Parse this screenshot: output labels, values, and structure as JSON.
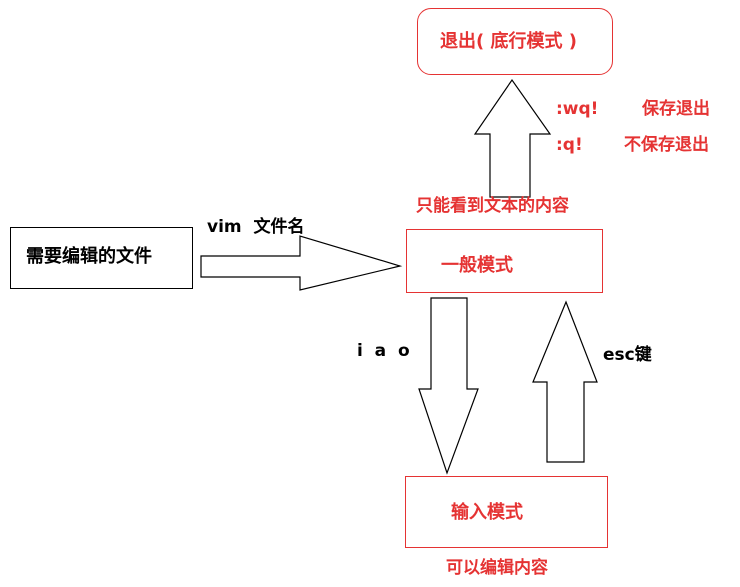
{
  "colors": {
    "red": "#e53333",
    "black": "#000000"
  },
  "nodes": {
    "file": "需要编辑的文件",
    "exit_mode": "退出( 底行模式 )",
    "normal_mode": "一般模式",
    "insert_mode": "输入模式"
  },
  "edges": {
    "vim_command": "vim  文件名",
    "insert_keys": "i  a  o",
    "esc_key": "esc键"
  },
  "annotations": {
    "wq_key": ":wq!",
    "wq_desc": "保存退出",
    "q_key": ":q!",
    "q_desc": "不保存退出",
    "normal_desc": "只能看到文本的内容",
    "insert_desc": "可以编辑内容"
  }
}
